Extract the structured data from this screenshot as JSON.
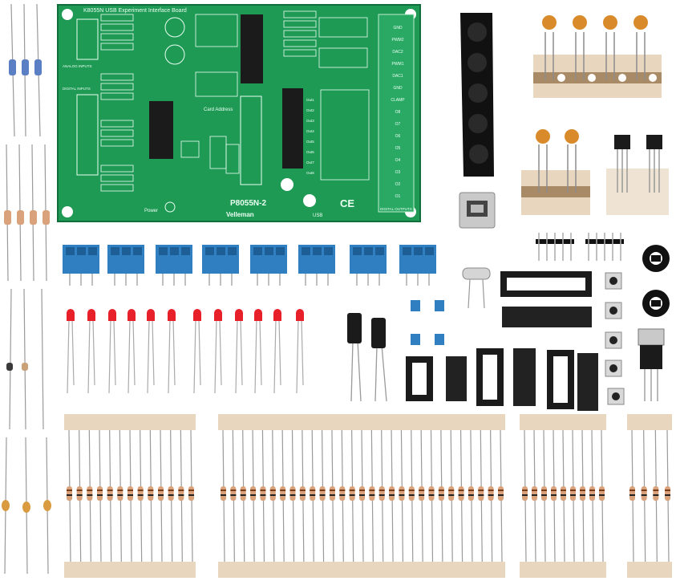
{
  "board": {
    "title": "K8055N USB Experiment Interface Board",
    "model": "P8055N-2",
    "brand": "Velleman",
    "usb_label": "USB",
    "power_label": "Power",
    "ce_mark": "CE",
    "card_address_label": "Card Address",
    "analog_inputs_label": "ANALOG INPUTS",
    "digital_inputs_label": "DIGITAL INPUTS",
    "digital_outputs_label": "DIGITAL OUTPUTS",
    "right_terminal_labels": [
      "GND",
      "PWM2",
      "DAC2",
      "PWM1",
      "DAC1",
      "GND",
      "CLAMP",
      "O8",
      "O7",
      "O6",
      "O5",
      "O4",
      "O3",
      "O2",
      "O1"
    ],
    "output_labels": [
      "Out1",
      "Out2",
      "Out3",
      "Out4",
      "Out5",
      "Out6",
      "Out7",
      "Out8"
    ]
  },
  "colors": {
    "pcb_green": "#1f9a55",
    "pcb_silk": "#eafff2",
    "terminal_blue": "#2f7fc1",
    "led_red": "#e8202a",
    "resistor_body": "#d9a27a",
    "tape": "#e8d6bf",
    "ic_black": "#1b1b1b",
    "capacitor_orange": "#d98b2b"
  },
  "components": {
    "screw_terminals": 8,
    "red_leds": 12,
    "electrolytic_capacitors": 2,
    "ceramic_capacitors": 6,
    "transistors": 2,
    "jumpers": 4,
    "pin_headers": 2,
    "ic_sockets": 4,
    "ics": 4,
    "crystal": 1,
    "trimmers": 2,
    "tactile_switches": 5,
    "voltage_regulator": 1,
    "usb_connector": 1,
    "ir_header_strip": 1
  }
}
